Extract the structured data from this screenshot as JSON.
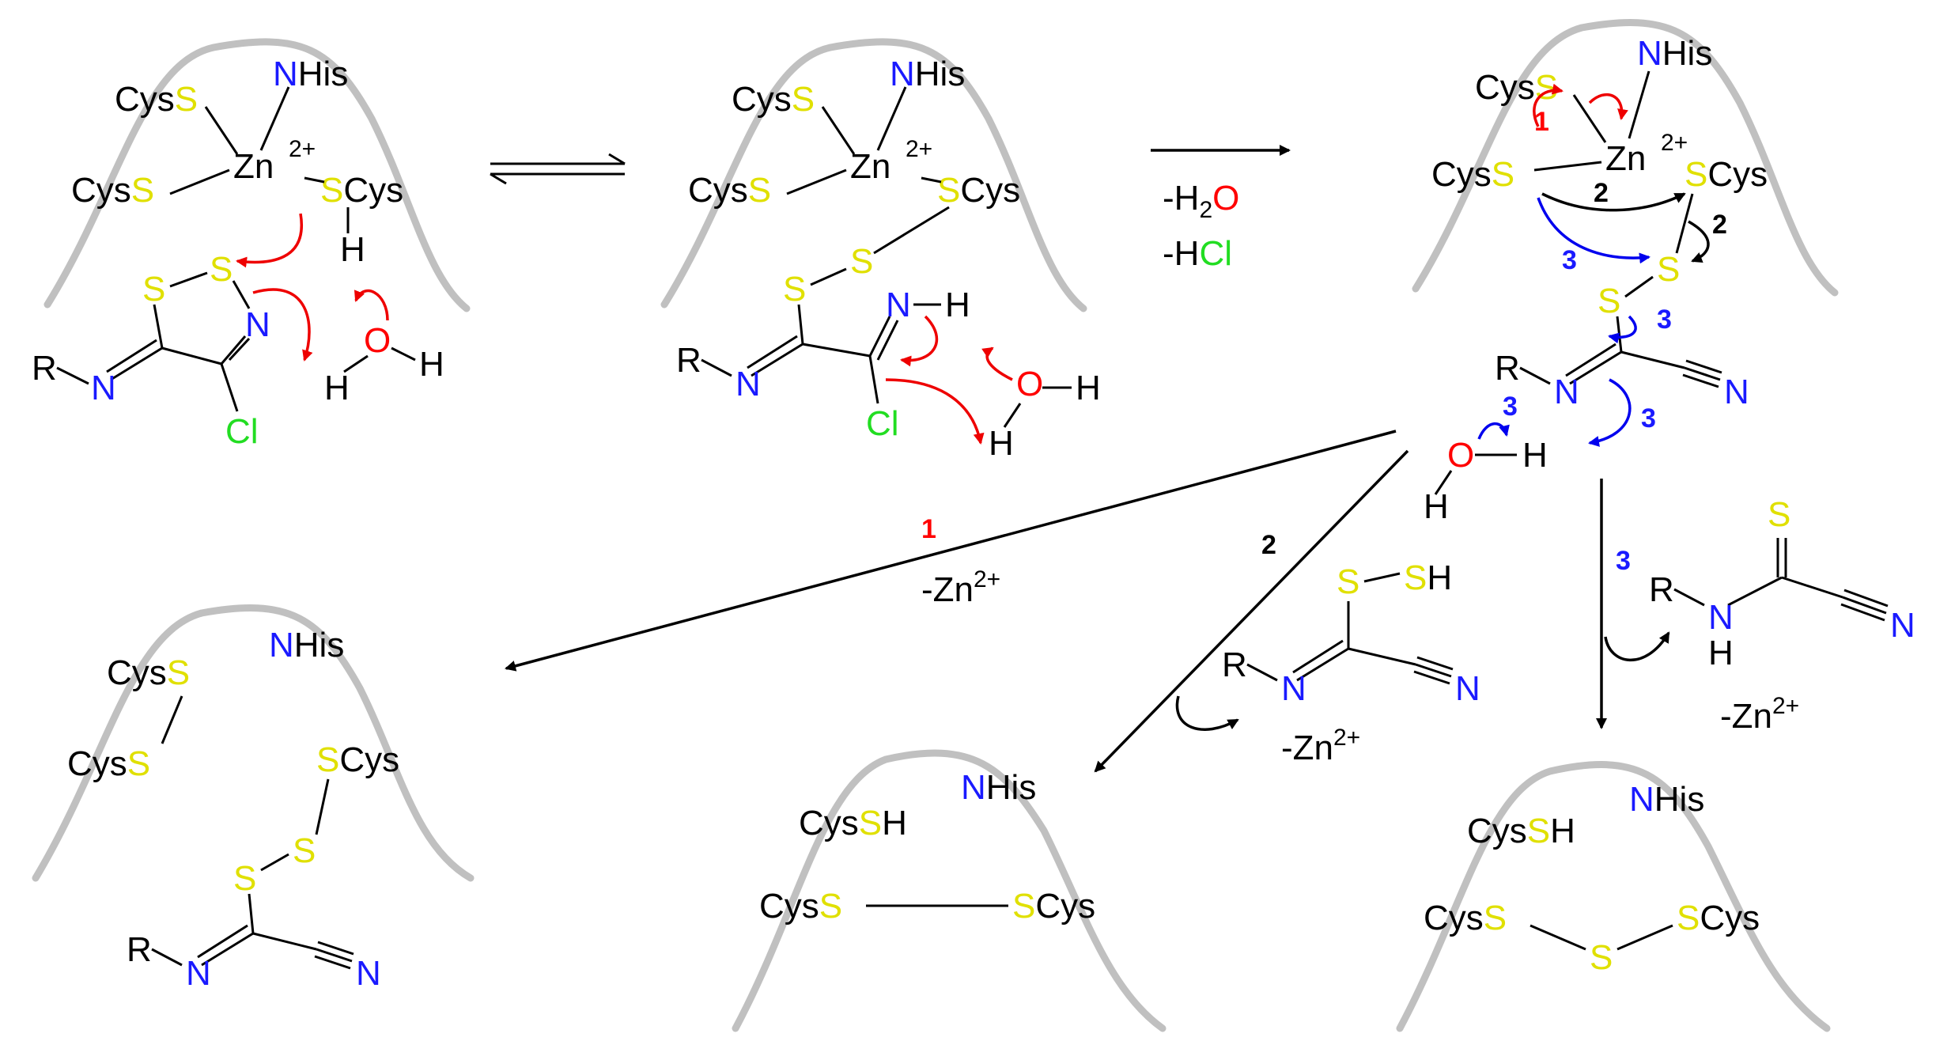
{
  "labels": {
    "cys": "Cys",
    "s": "S",
    "n": "N",
    "his": "His",
    "zn": "Zn",
    "charge2plus": "2+",
    "h": "H",
    "o": "O",
    "r": "R",
    "cl": "Cl",
    "minus_zn": "-Zn",
    "minus_h": "-H",
    "minus_hcl_cl": "Cl",
    "minus_h2o_sub": "2"
  },
  "pathways": [
    "1",
    "2",
    "3"
  ],
  "colors": {
    "sulfur": "#e0e000",
    "nitrogen": "#1a1aff",
    "oxygen": "#ff0000",
    "chlorine": "#22dd22",
    "pocket": "#c0c0c0",
    "pathway_1": "#ee0000",
    "pathway_2": "#000000",
    "pathway_3": "#0000ee"
  }
}
